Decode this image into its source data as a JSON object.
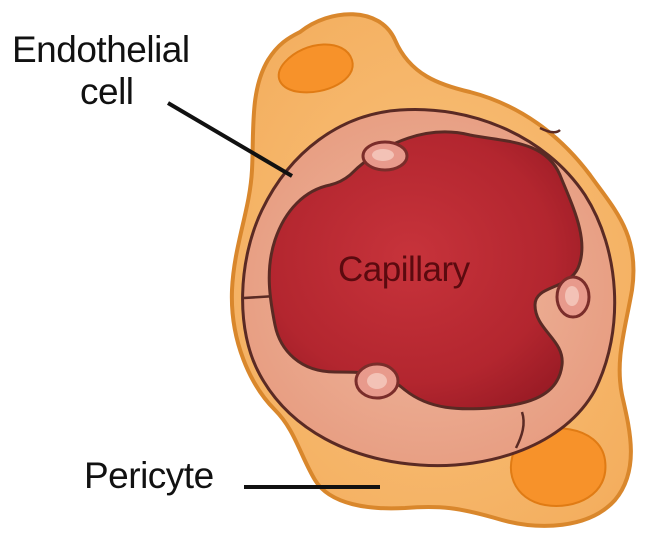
{
  "labels": {
    "endothelial_line1": "Endothelial",
    "endothelial_line2": "cell",
    "capillary": "Capillary",
    "pericyte": "Pericyte"
  },
  "colors": {
    "pericyte_fill": "#f6b567",
    "pericyte_outline": "#d9872c",
    "pericyte_nucleus": "#f7922a",
    "endothelial_fill": "#eaa88c",
    "endothelial_outline": "#5a2a24",
    "lumen_fill": "#b3262f",
    "lumen_dark": "#8e1620",
    "endo_nucleus_fill": "#e89a8c",
    "leader_line": "#111111"
  }
}
